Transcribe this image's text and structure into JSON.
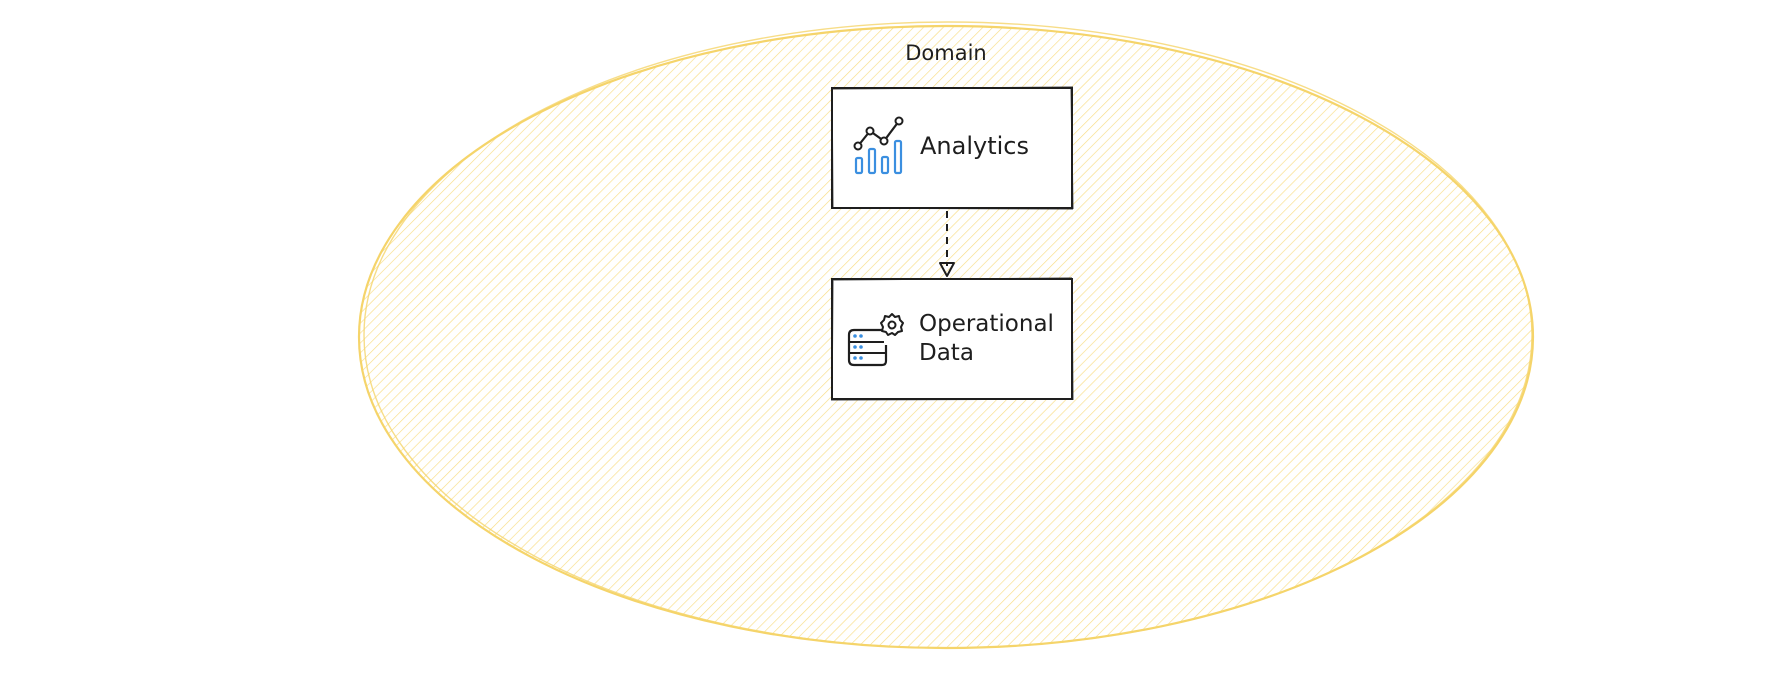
{
  "colors": {
    "domain_stroke": "#f5d46a",
    "domain_hatch": "#f8dd85",
    "box_stroke": "#1e1e1e",
    "icon_accent": "#3b8fe0"
  },
  "domain": {
    "label": "Domain"
  },
  "nodes": {
    "analytics": {
      "label": "Analytics",
      "icon": "analytics-chart-icon"
    },
    "operational_data": {
      "label": "Operational Data",
      "icon": "database-gear-icon"
    }
  },
  "edges": [
    {
      "from": "analytics",
      "to": "operational_data",
      "style": "dashed",
      "arrow": "hollow-triangle"
    }
  ]
}
